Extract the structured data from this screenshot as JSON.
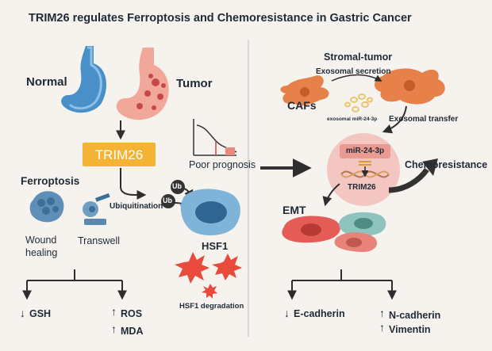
{
  "title": "TRIM26 regulates Ferroptosis and Chemoresistance in Gastric Cancer",
  "left": {
    "normal": "Normal",
    "tumor": "Tumor",
    "trim26": "TRIM26",
    "poor_prognosis": "Poor prognosis",
    "ferroptosis": "Ferroptosis",
    "ubiquitination": "Ubiquitination",
    "ub": "Ub",
    "wound_healing": "Wound\nhealing",
    "transwell": "Transwell",
    "hsf1": "HSF1",
    "hsf1_degradation": "HSF1 degradation",
    "gsh": "GSH",
    "ros": "ROS",
    "mda": "MDA"
  },
  "right": {
    "stromal_tumor": "Stromal-tumor",
    "exosomal_secretion": "Exosomal secretion",
    "cafs": "CAFs",
    "exosomal_mir": "exosomal miR-24-3p",
    "exosomal_transfer": "Exosomal transfer",
    "mir": "miR-24-3p",
    "trim26": "TRIM26",
    "chemoresistance": "Chemoresistance",
    "emt": "EMT",
    "e_cadherin": "E-cadherin",
    "n_cadherin": "N-cadherin",
    "vimentin": "Vimentin"
  },
  "colors": {
    "trim26_box": "#f5b335",
    "stomach_normal": "#4a90c8",
    "stomach_tumor": "#f2a79b",
    "tumor_spots": "#c8484a",
    "caf": "#e6814a",
    "cell_blue": "#3f7cae",
    "cell_teal": "#8fc3bd",
    "cell_red": "#e55b55",
    "burst": "#e84a3b",
    "exosome": "#e9c56c",
    "tumor_circle": "#f4c6c1"
  }
}
